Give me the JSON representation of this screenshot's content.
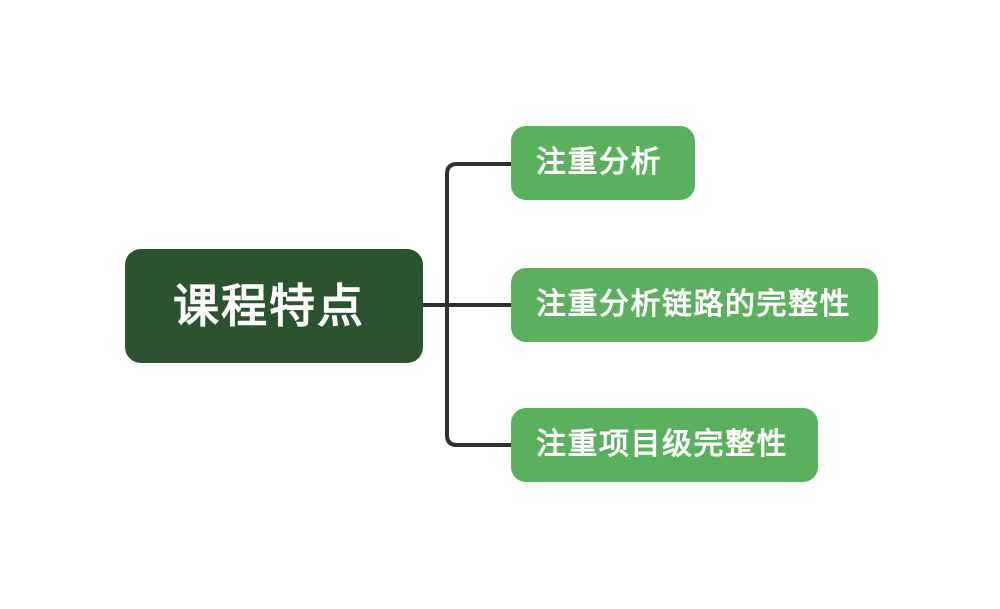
{
  "diagram": {
    "type": "mind-map",
    "orientation": "left-to-right",
    "background_color": "#ffffff",
    "connector_color": "#2f2f2f",
    "root": {
      "label": "课程特点",
      "fill_color": "#2b5330",
      "text_color": "#ffffff"
    },
    "children": [
      {
        "label": "注重分析",
        "fill_color": "#5bb05d",
        "text_color": "#ffffff"
      },
      {
        "label": "注重分析链路的完整性",
        "fill_color": "#5bb05d",
        "text_color": "#ffffff"
      },
      {
        "label": "注重项目级完整性",
        "fill_color": "#5bb05d",
        "text_color": "#ffffff"
      }
    ]
  }
}
